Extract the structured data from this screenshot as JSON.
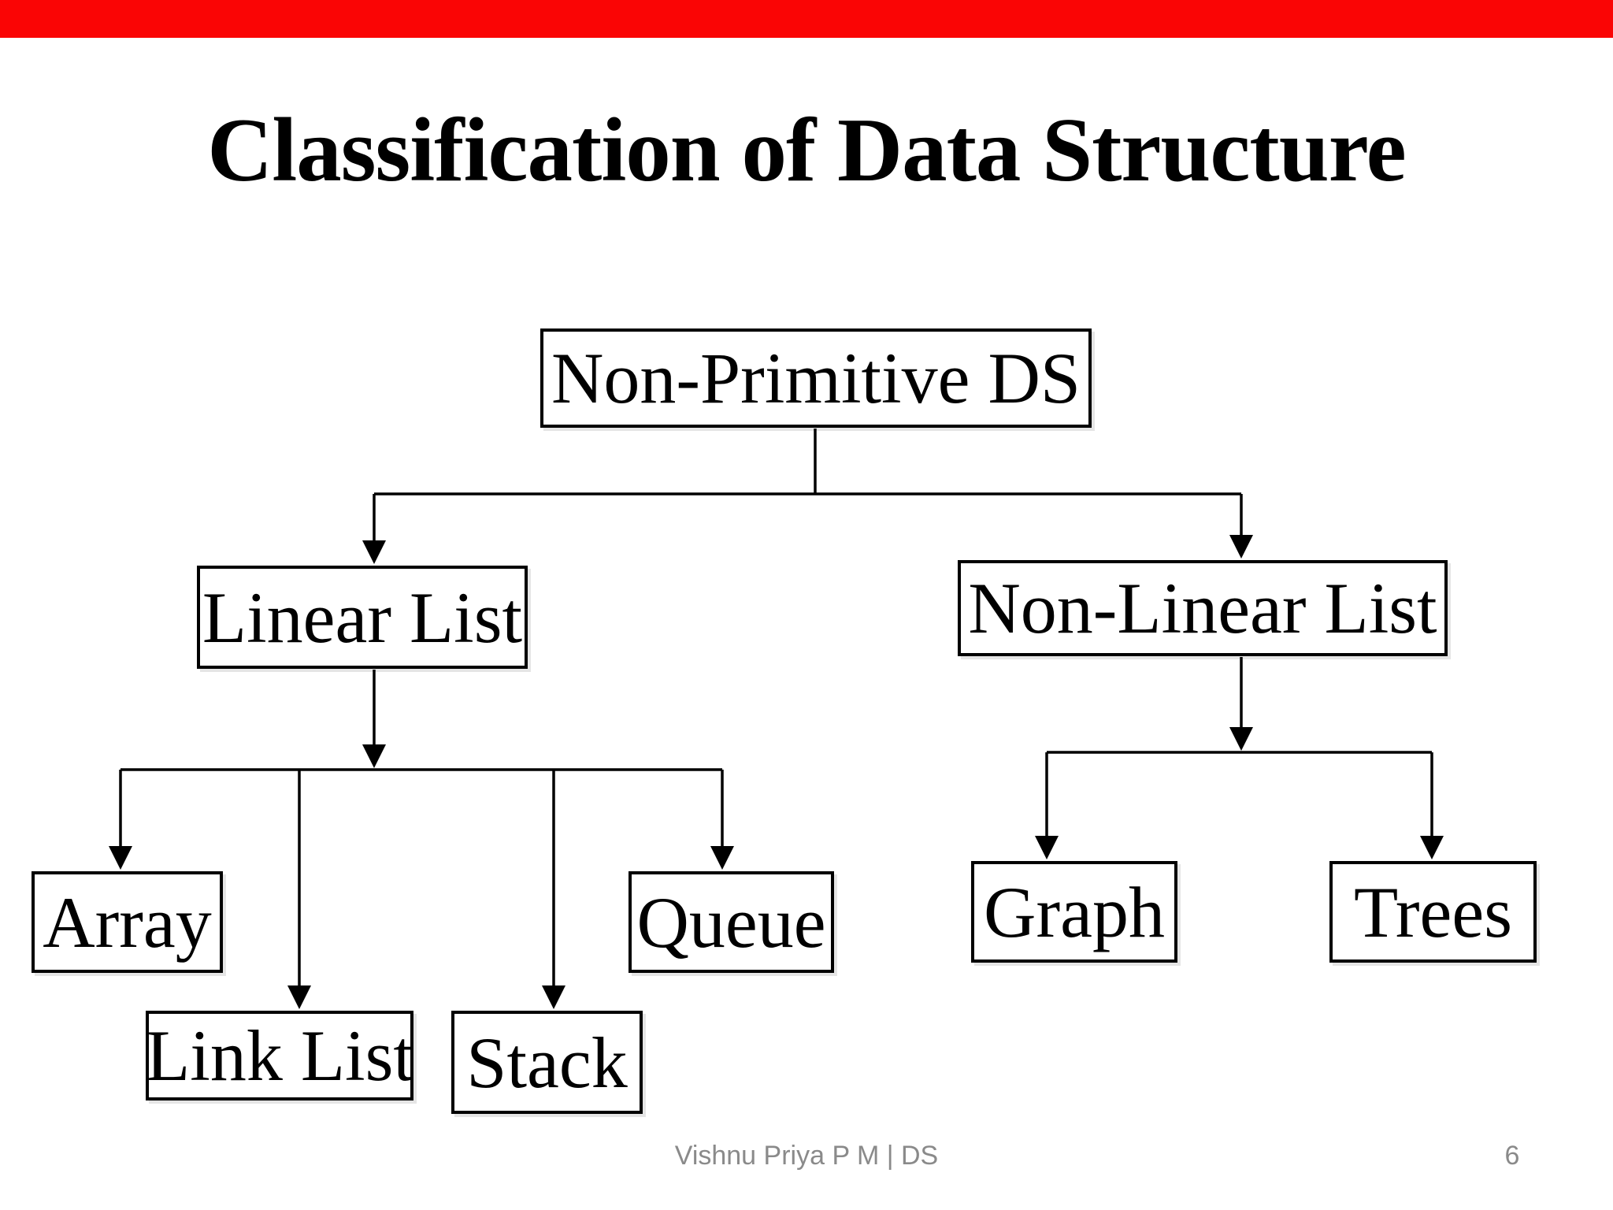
{
  "slide": {
    "title": "Classification of Data Structure",
    "top_bar_color": "#fa0505",
    "footer": {
      "author_text": "Vishnu Priya P M | DS",
      "page_number": "6"
    }
  },
  "diagram": {
    "type": "tree",
    "nodes": {
      "non_primitive_ds": "Non-Primitive DS",
      "linear_list": "Linear List",
      "non_linear_list": "Non-Linear List",
      "array": "Array",
      "link_list": "Link List",
      "stack": "Stack",
      "queue": "Queue",
      "graph": "Graph",
      "trees": "Trees"
    },
    "edges": [
      {
        "from": "non_primitive_ds",
        "to": "linear_list"
      },
      {
        "from": "non_primitive_ds",
        "to": "non_linear_list"
      },
      {
        "from": "linear_list",
        "to": "array"
      },
      {
        "from": "linear_list",
        "to": "link_list"
      },
      {
        "from": "linear_list",
        "to": "stack"
      },
      {
        "from": "linear_list",
        "to": "queue"
      },
      {
        "from": "non_linear_list",
        "to": "graph"
      },
      {
        "from": "non_linear_list",
        "to": "trees"
      }
    ],
    "line_color": "#000000"
  }
}
